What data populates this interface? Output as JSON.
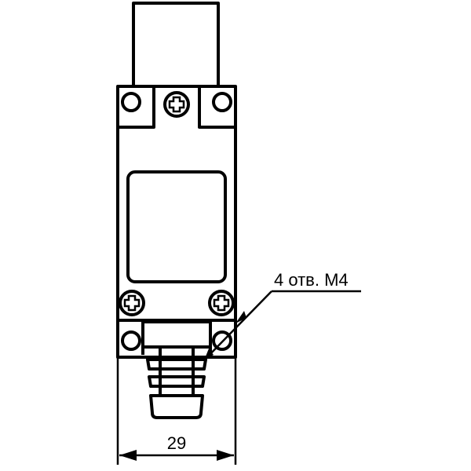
{
  "drawing": {
    "type": "technical drawing - limit switch, front view",
    "annotations": {
      "holes_label": "4 отв. М4",
      "width_dimension": "29"
    },
    "colors": {
      "line": "#000000",
      "background": "#ffffff"
    }
  }
}
